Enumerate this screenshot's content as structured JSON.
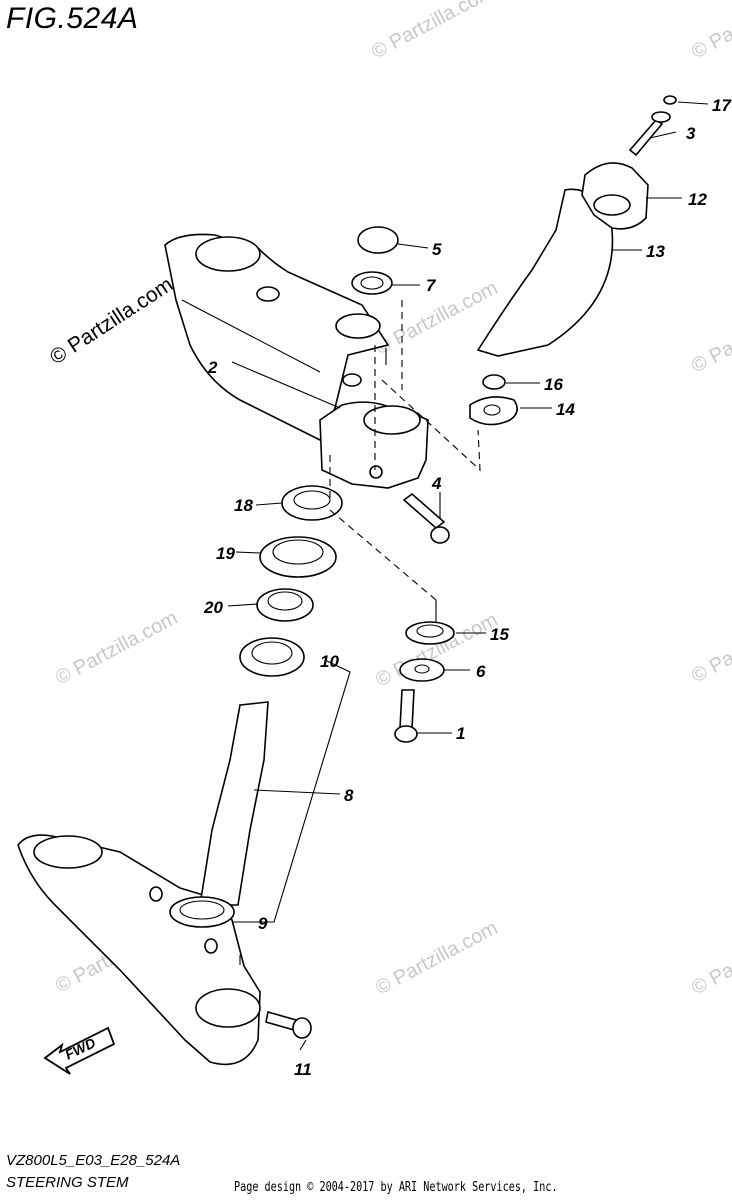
{
  "figure": {
    "title": "FIG.524A",
    "model_code": "VZ800L5_E03_E28_524A",
    "caption": "STEERING STEM",
    "copyright": "Page design © 2004-2017 by ARI Network Services, Inc.",
    "fwd_label": "FWD"
  },
  "watermark_text": "© Partzilla.com",
  "watermark_edge_text": "© Pa",
  "callouts": [
    {
      "id": "1",
      "label": "1"
    },
    {
      "id": "2",
      "label": "2"
    },
    {
      "id": "3",
      "label": "3"
    },
    {
      "id": "4",
      "label": "4"
    },
    {
      "id": "5",
      "label": "5"
    },
    {
      "id": "6",
      "label": "6"
    },
    {
      "id": "7",
      "label": "7"
    },
    {
      "id": "8",
      "label": "8"
    },
    {
      "id": "9",
      "label": "9"
    },
    {
      "id": "10",
      "label": "10"
    },
    {
      "id": "11",
      "label": "11"
    },
    {
      "id": "12",
      "label": "12"
    },
    {
      "id": "13",
      "label": "13"
    },
    {
      "id": "14",
      "label": "14"
    },
    {
      "id": "15",
      "label": "15"
    },
    {
      "id": "16",
      "label": "16"
    },
    {
      "id": "17",
      "label": "17"
    },
    {
      "id": "18",
      "label": "18"
    },
    {
      "id": "19",
      "label": "19"
    },
    {
      "id": "20",
      "label": "20"
    }
  ]
}
